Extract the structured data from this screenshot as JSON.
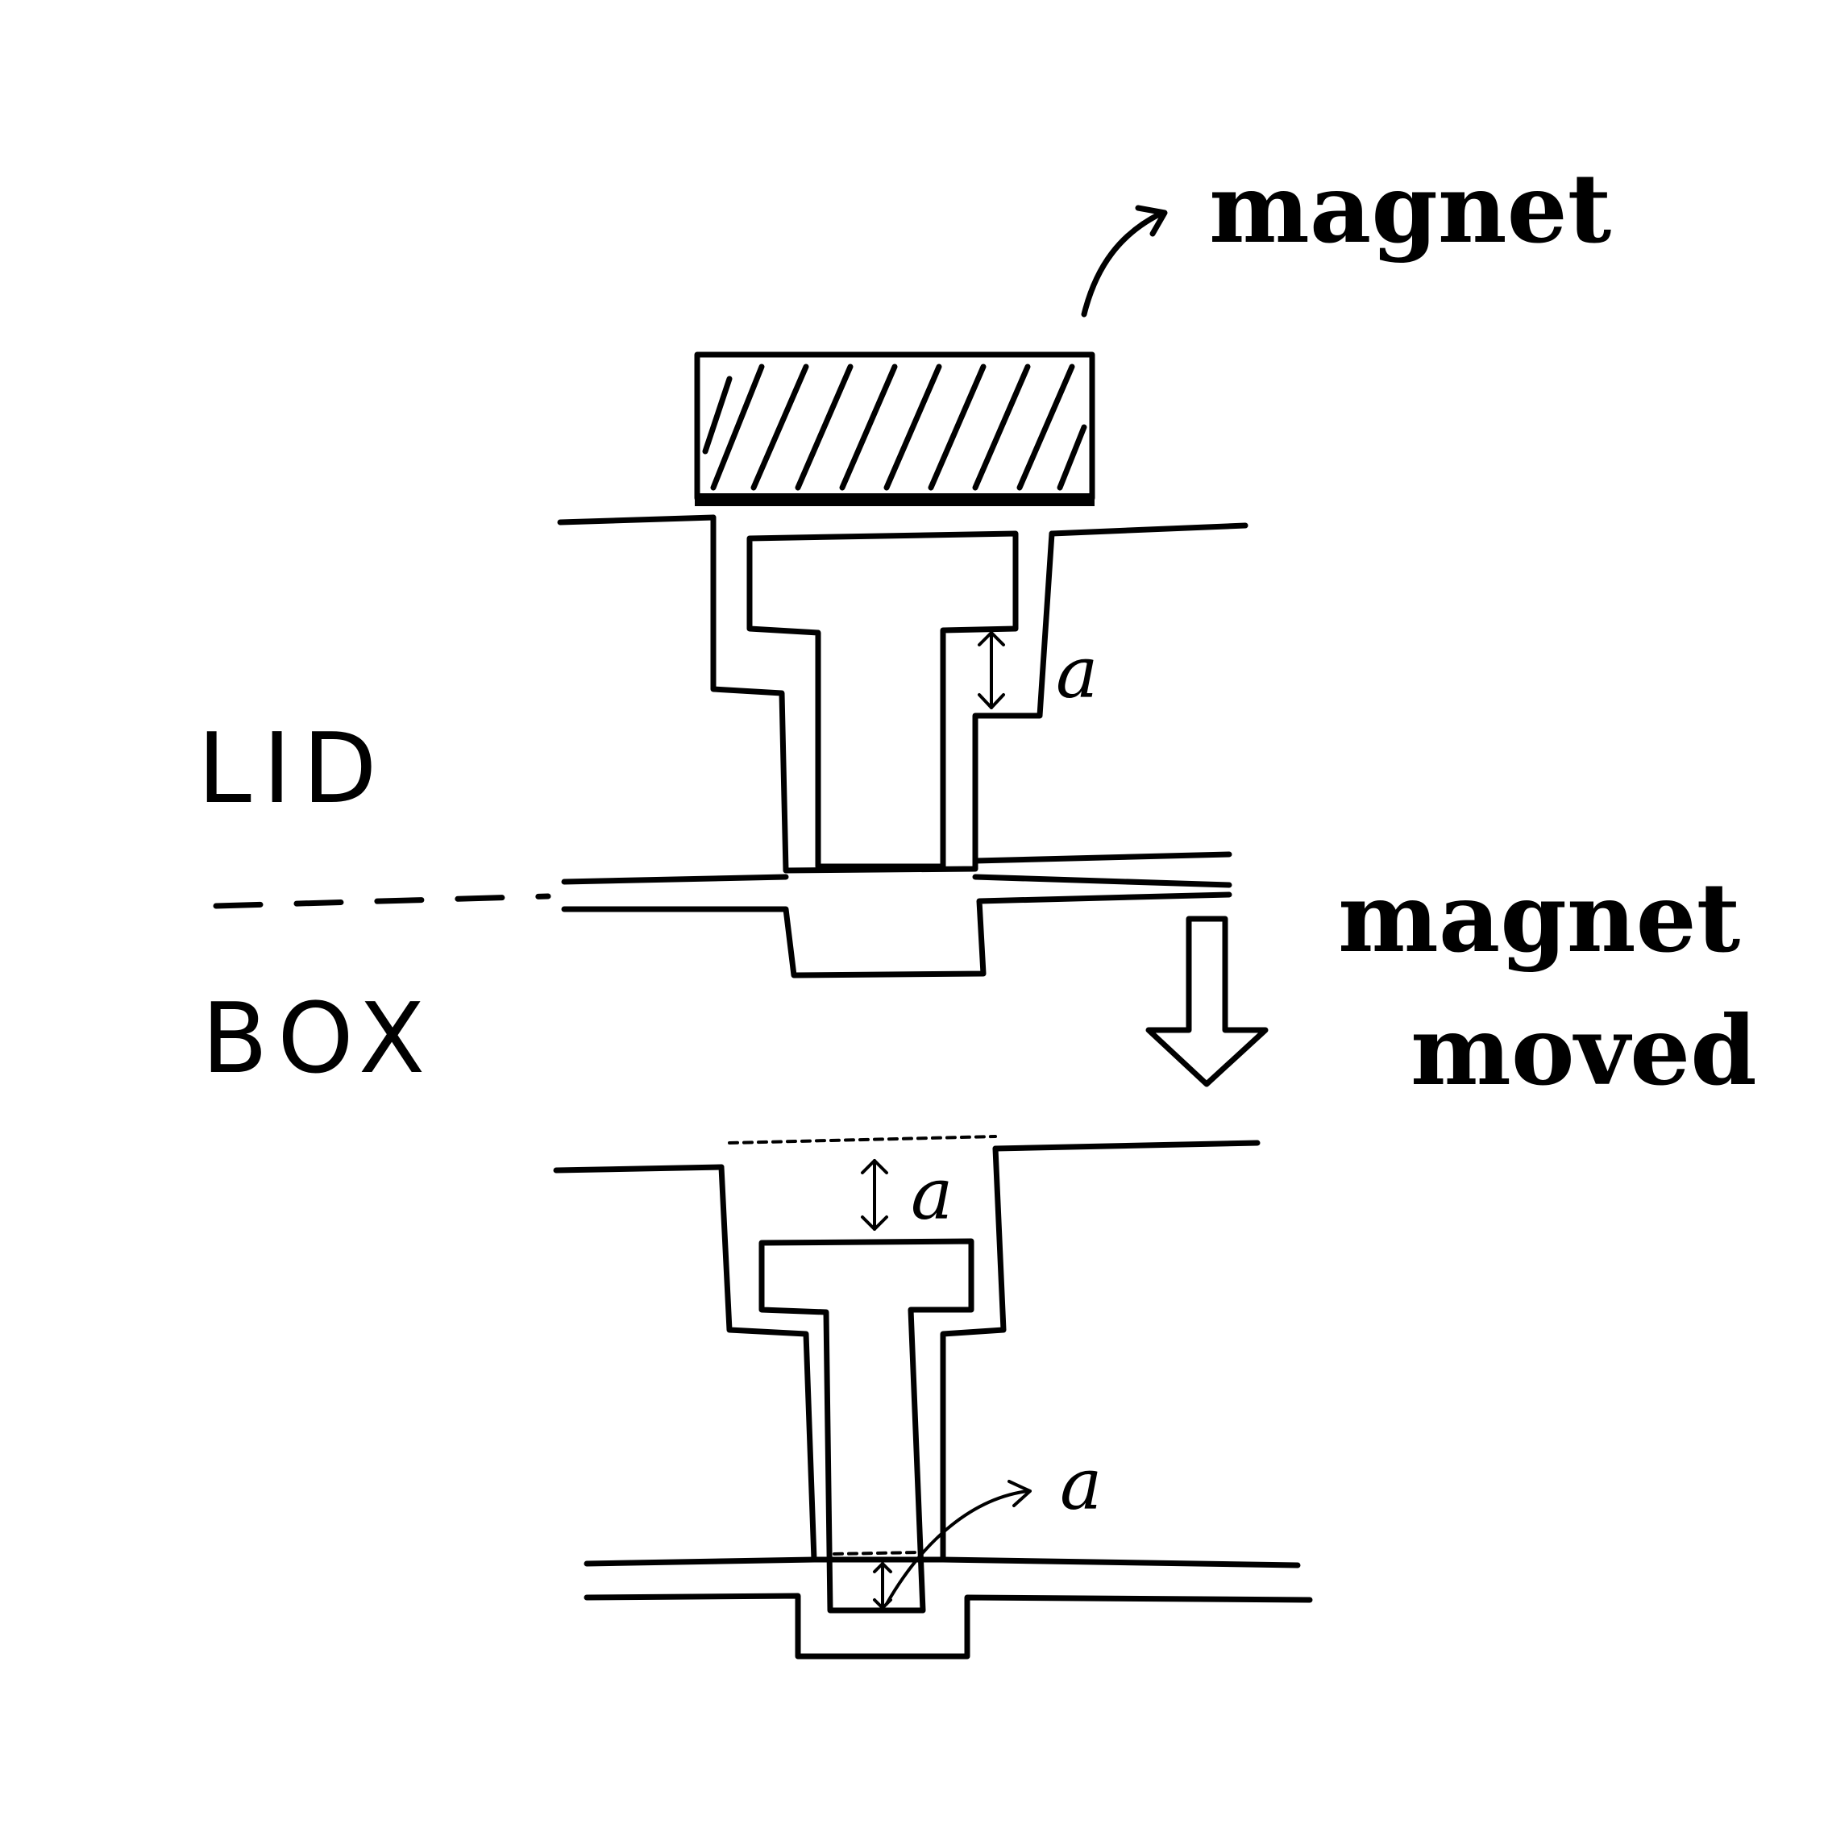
{
  "labels": {
    "magnet_top": "magnet",
    "lid": "LID",
    "box": "BOX",
    "transition_line1": "magnet",
    "transition_line2": "moved",
    "gap_a_top": "a",
    "gap_a_bottom_upper": "a",
    "gap_a_bottom_lower": "a"
  }
}
